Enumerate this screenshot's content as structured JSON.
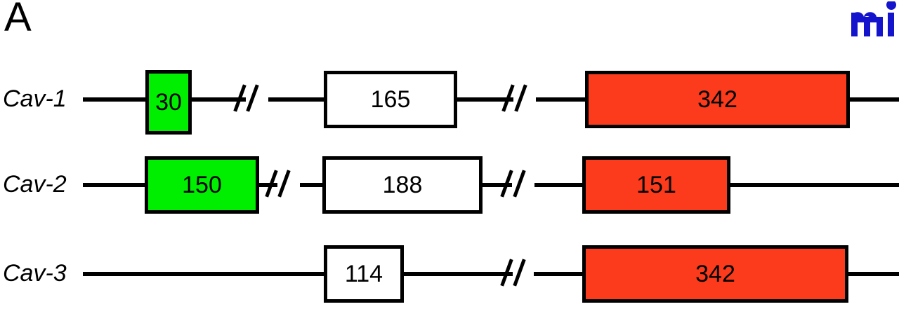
{
  "figure": {
    "panel_letter": "A",
    "watermark": {
      "name": "mi-logo",
      "text": "mi",
      "color": "#1414CC"
    },
    "colors": {
      "green_exon": "#00EE00",
      "red_exon": "#FB3B1C",
      "white_exon": "#FFFFFF",
      "stroke": "#000000"
    }
  },
  "chart_data": {
    "type": "diagram",
    "title": "A",
    "description": "Gene structure diagrams of three caveolin genes showing exon sizes in base pairs along a genomic backbone line with intron break marks.",
    "xlabel": "",
    "ylabel": "",
    "grid": false,
    "legend": "none",
    "genes": [
      {
        "label": "Cav-1",
        "exons": [
          {
            "value": "30",
            "fill": "green"
          },
          {
            "value": "165",
            "fill": "white"
          },
          {
            "value": "342",
            "fill": "red"
          }
        ],
        "break_marks": 2
      },
      {
        "label": "Cav-2",
        "exons": [
          {
            "value": "150",
            "fill": "green"
          },
          {
            "value": "188",
            "fill": "white"
          },
          {
            "value": "151",
            "fill": "red"
          }
        ],
        "break_marks": 2
      },
      {
        "label": "Cav-3",
        "exons": [
          {
            "value": "114",
            "fill": "white"
          },
          {
            "value": "342",
            "fill": "red"
          }
        ],
        "break_marks": 1
      }
    ]
  },
  "rows": {
    "cav1": {
      "label": "Cav-1",
      "exon1": "30",
      "exon2": "165",
      "exon3": "342"
    },
    "cav2": {
      "label": "Cav-2",
      "exon1": "150",
      "exon2": "188",
      "exon3": "151"
    },
    "cav3": {
      "label": "Cav-3",
      "exon1": "114",
      "exon2": "342"
    }
  }
}
